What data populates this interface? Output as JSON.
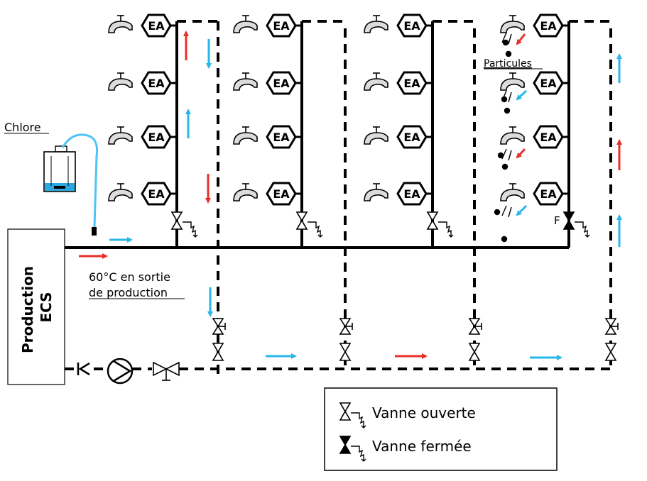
{
  "labels": {
    "chlore": "Chlore",
    "production_line1": "Production",
    "production_line2": "ECS",
    "temp_line1": "60°C en sortie",
    "temp_line2": "de production",
    "particules": "Particules",
    "valve_closed_tag": "F",
    "fixture_tag": "EA"
  },
  "legend": {
    "open": "Vanne ouverte",
    "closed": "Vanne fermée"
  },
  "colors": {
    "hot_arrow": "#e8302a",
    "cold_arrow": "#29b6e8",
    "chlorine_line": "#4fc3f7",
    "chlorine_liquid": "#29a9e0",
    "pipe": "#000000",
    "fixture_fill": "#dcdcdc"
  },
  "columns": [
    {
      "name": "column-1",
      "fixtures": 4,
      "particles": false,
      "valve": "open"
    },
    {
      "name": "column-2",
      "fixtures": 4,
      "particles": false,
      "valve": "open"
    },
    {
      "name": "column-3",
      "fixtures": 4,
      "particles": false,
      "valve": "open"
    },
    {
      "name": "column-4",
      "fixtures": 4,
      "particles": true,
      "valve": "closed"
    }
  ]
}
